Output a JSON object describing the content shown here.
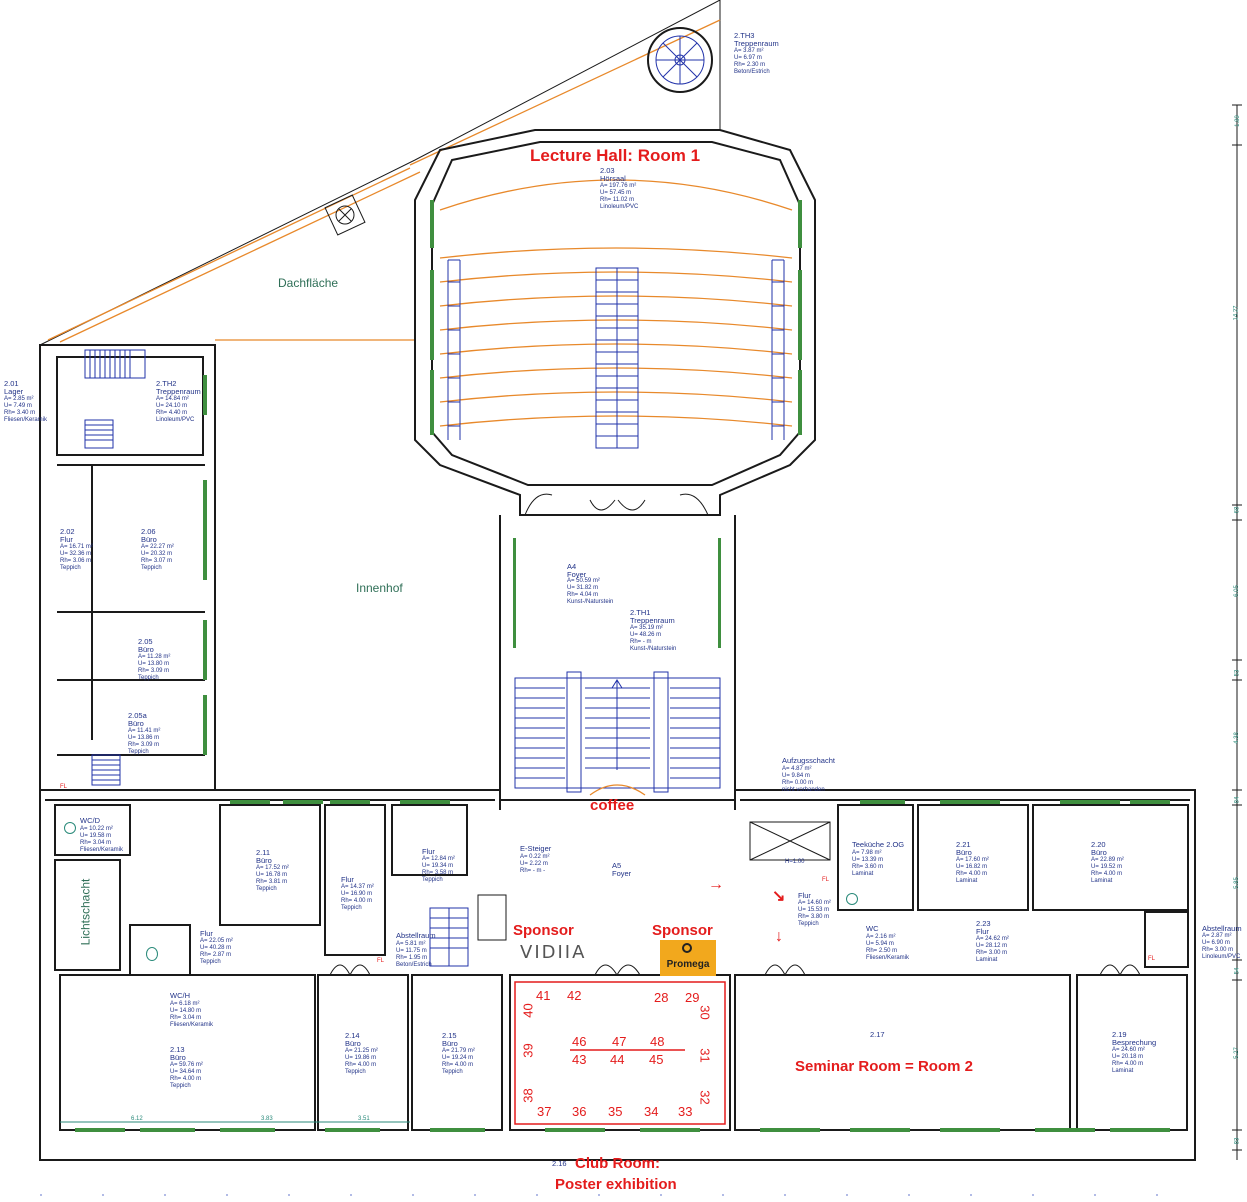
{
  "highlights": {
    "lecture_hall": "Lecture Hall: Room 1",
    "coffee": "coffee",
    "sponsor_left": "Sponsor",
    "sponsor_right": "Sponsor",
    "sponsor_logo_left": "VIDIIA",
    "sponsor_logo_right": "Promega",
    "seminar": "Seminar Room = Room 2",
    "club_line1": "Club Room:",
    "club_line2": "Poster exhibition"
  },
  "zones": {
    "dachflaeche": "Dachfläche",
    "innenhof": "Innenhof",
    "lichtschacht": "Lichtschacht"
  },
  "rooms": {
    "th3": {
      "label": "2.TH3\nTreppenraum",
      "info": "A= 3.87 m²\nU= 6.97 m\nRh= 2.30 m\nBeton/Estrich"
    },
    "r203": {
      "label": "2.03\nHörsaal",
      "info": "A= 197.76 m²\nU= 57.45 m\nRh= 11.02 m\nLinoleum/PVC"
    },
    "r201": {
      "label": "2.01\nLager",
      "info": "A= 2.85 m²\nU= 7.49 m\nRh= 3.40 m\nFliesen/Keramik"
    },
    "th2": {
      "label": "2.TH2\nTreppenraum",
      "info": "A= 14.84 m²\nU= 24.10 m\nRh= 4.40 m\nLinoleum/PVC"
    },
    "r202": {
      "label": "2.02\nFlur",
      "info": "A= 16.71 m²\nU= 32.36 m\nRh= 3.06 m\nTeppich"
    },
    "r206": {
      "label": "2.06\nBüro",
      "info": "A= 22.27 m²\nU= 20.32 m\nRh= 3.07 m\nTeppich"
    },
    "r205": {
      "label": "2.05\nBüro",
      "info": "A= 11.28 m²\nU= 13.80 m\nRh= 3.09 m\nTeppich"
    },
    "r205a": {
      "label": "2.05a\nBüro",
      "info": "A= 11.41 m²\nU= 13.86 m\nRh= 3.09 m\nTeppich"
    },
    "a4": {
      "label": "A4\nFoyer",
      "info": "A= 50.59 m²\nU= 31.82 m\nRh= 4.04 m\nKunst-/Naturstein"
    },
    "th1": {
      "label": "2.TH1\nTreppenraum",
      "info": "A= 35.19 m²\nU= 48.26 m\nRh= - m\nKunst-/Naturstein"
    },
    "aufzug": {
      "label": "Aufzugsschacht",
      "info": "A= 4.87 m²\nU= 9.84 m\nRh= 0.00 m\nnicht vorhanden"
    },
    "wcd": {
      "label": "WC/D",
      "info": "A= 10.22 m²\nU= 19.58 m\nRh= 3.04 m\nFliesen/Keramik"
    },
    "r211": {
      "label": "2.11\nBüro",
      "info": "A= 17.52 m²\nU= 16.78 m\nRh= 3.81 m\nTeppich"
    },
    "flur_a": {
      "label": "Flur",
      "info": "A= 14.37 m²\nU= 16.90 m\nRh= 4.00 m\nTeppich"
    },
    "flur_b": {
      "label": "Flur",
      "info": "A= 12.84 m²\nU= 19.34 m\nRh= 3.58 m\nTeppich"
    },
    "esteiger": {
      "label": "E-Steiger",
      "info": "A= 0.22 m²\nU= 2.22 m\nRh= - m -"
    },
    "a5": {
      "label": "A5\nFoyer",
      "info": ""
    },
    "teekueche": {
      "label": "Teeküche 2.OG",
      "info": "A= 7.98 m²\nU= 13.39 m\nRh= 3.60 m\nLaminat"
    },
    "r221": {
      "label": "2.21\nBüro",
      "info": "A= 17.60 m²\nU= 16.82 m\nRh= 4.00 m\nLaminat"
    },
    "r220": {
      "label": "2.20\nBüro",
      "info": "A= 22.89 m²\nU= 19.52 m\nRh= 4.00 m\nLaminat"
    },
    "flur_c": {
      "label": "Flur",
      "info": "A= 14.60 m²\nU= 15.53 m\nRh= 3.80 m\nTeppich"
    },
    "wc": {
      "label": "WC",
      "info": "A= 2.16 m²\nU= 5.94 m\nRh= 2.50 m\nFliesen/Keramik"
    },
    "r223": {
      "label": "2.23\nFlur",
      "info": "A= 24.62 m²\nU= 28.12 m\nRh= 3.00 m\nLaminat"
    },
    "abstellraum_r": {
      "label": "Abstellraum",
      "info": "A= 2.87 m²\nU= 6.90 m\nRh= 3.00 m\nLinoleum/PVC"
    },
    "flur_d": {
      "label": "Flur",
      "info": "A= 22.05 m²\nU= 40.28 m\nRh= 2.87 m\nTeppich"
    },
    "abstellraum_l": {
      "label": "Abstellraum",
      "info": "A= 5.81 m²\nU= 11.75 m\nRh= 1.95 m\nBeton/Estrich"
    },
    "wch": {
      "label": "WC/H",
      "info": "A= 6.18 m²\nU= 14.80 m\nRh= 3.04 m\nFliesen/Keramik"
    },
    "r213": {
      "label": "2.13\nBüro",
      "info": "A= 59.76 m²\nU= 34.64 m\nRh= 4.00 m\nTeppich"
    },
    "r214": {
      "label": "2.14\nBüro",
      "info": "A= 21.25 m²\nU= 19.86 m\nRh= 4.00 m\nTeppich"
    },
    "r215": {
      "label": "2.15\nBüro",
      "info": "A= 21.79 m²\nU= 19.24 m\nRh= 4.00 m\nTeppich"
    },
    "r217": {
      "label": "2.17",
      "info": ""
    },
    "r219": {
      "label": "2.19\nBesprechung",
      "info": "A= 24.60 m²\nU= 20.18 m\nRh= 4.00 m\nLaminat"
    },
    "r216": {
      "label": "2.16",
      "info": ""
    }
  },
  "poster_numbers": [
    "41",
    "42",
    "28",
    "29",
    "30",
    "40",
    "46",
    "47",
    "48",
    "39",
    "43",
    "44",
    "45",
    "31",
    "38",
    "32",
    "37",
    "36",
    "35",
    "34",
    "33"
  ],
  "dimensions": [
    "6.12",
    "3.83",
    "3.51",
    "1.89",
    "14.27",
    "68",
    "6.05",
    "53",
    "4.38",
    "84",
    "5.85",
    "54",
    "5.27",
    "83"
  ],
  "small": {
    "h_label": "H=1.00",
    "fl": "FL"
  },
  "colors": {
    "highlight": "#e41c1c",
    "wall": "#1a1a1a",
    "seat": "#2233aa",
    "stair_line": "#e8892b",
    "window": "#3f8f3f",
    "sponsor_bg": "#f2a81d"
  }
}
